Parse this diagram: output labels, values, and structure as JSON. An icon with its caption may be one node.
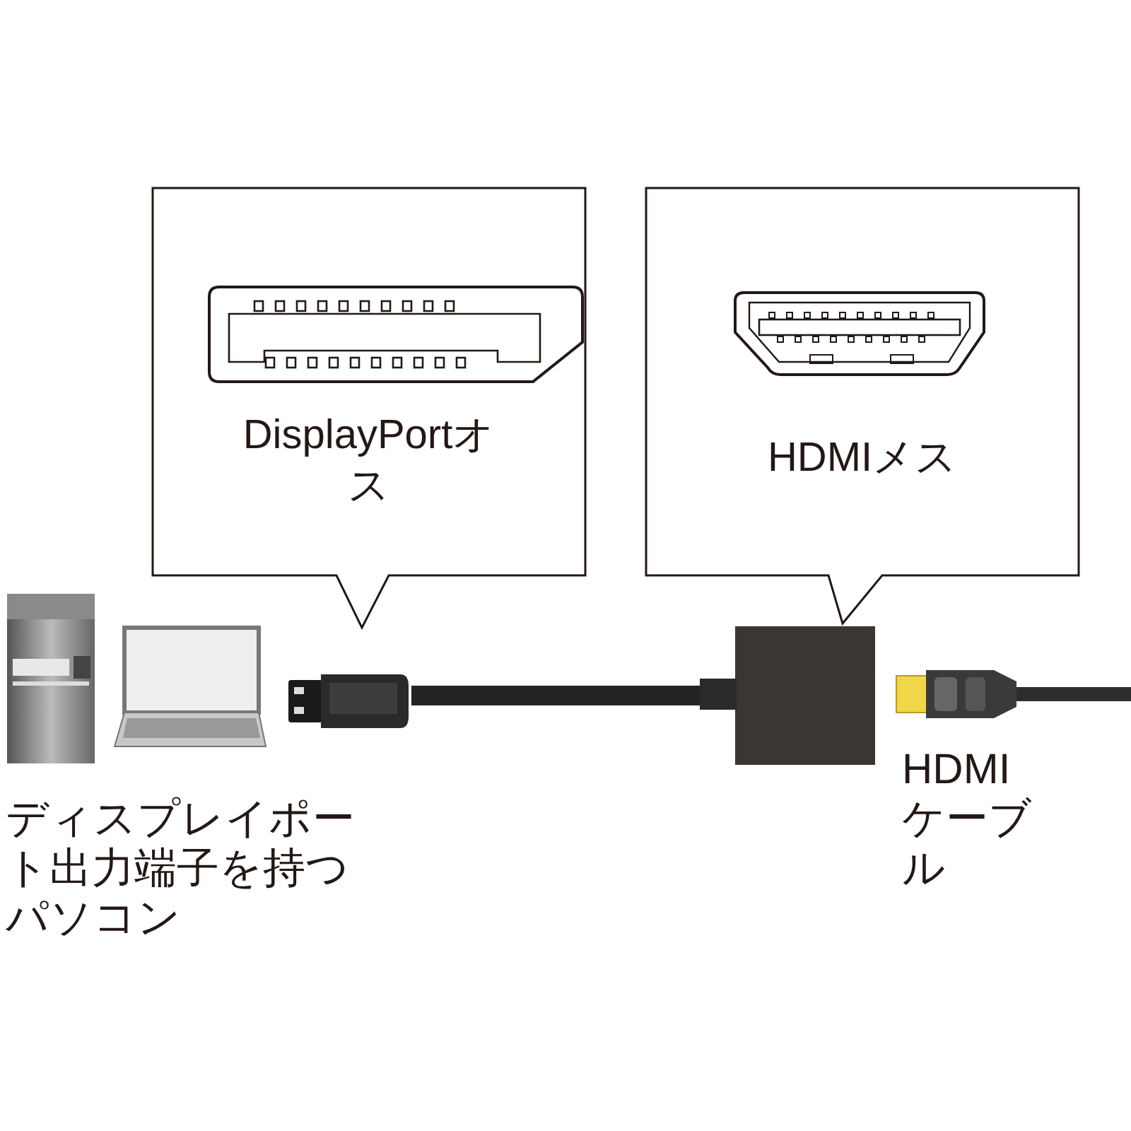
{
  "diagram": {
    "nodes": [
      {
        "text": [
          "DisplayPortオス"
        ]
      },
      {
        "text": [
          "HDMIメス"
        ]
      },
      {
        "text": [],
        "shape": "picture",
        "beside": [
          "ディスプレイポート出力端子を持つパソコン"
        ]
      },
      {
        "text": [],
        "shape": "picture"
      },
      {
        "text": [],
        "shape": "box"
      },
      {
        "text": [],
        "shape": "picture",
        "beside": [
          "HDMIケーブル"
        ]
      }
    ],
    "edges": [
      {
        "from": 3,
        "to": 4,
        "arrow": "none"
      }
    ]
  }
}
